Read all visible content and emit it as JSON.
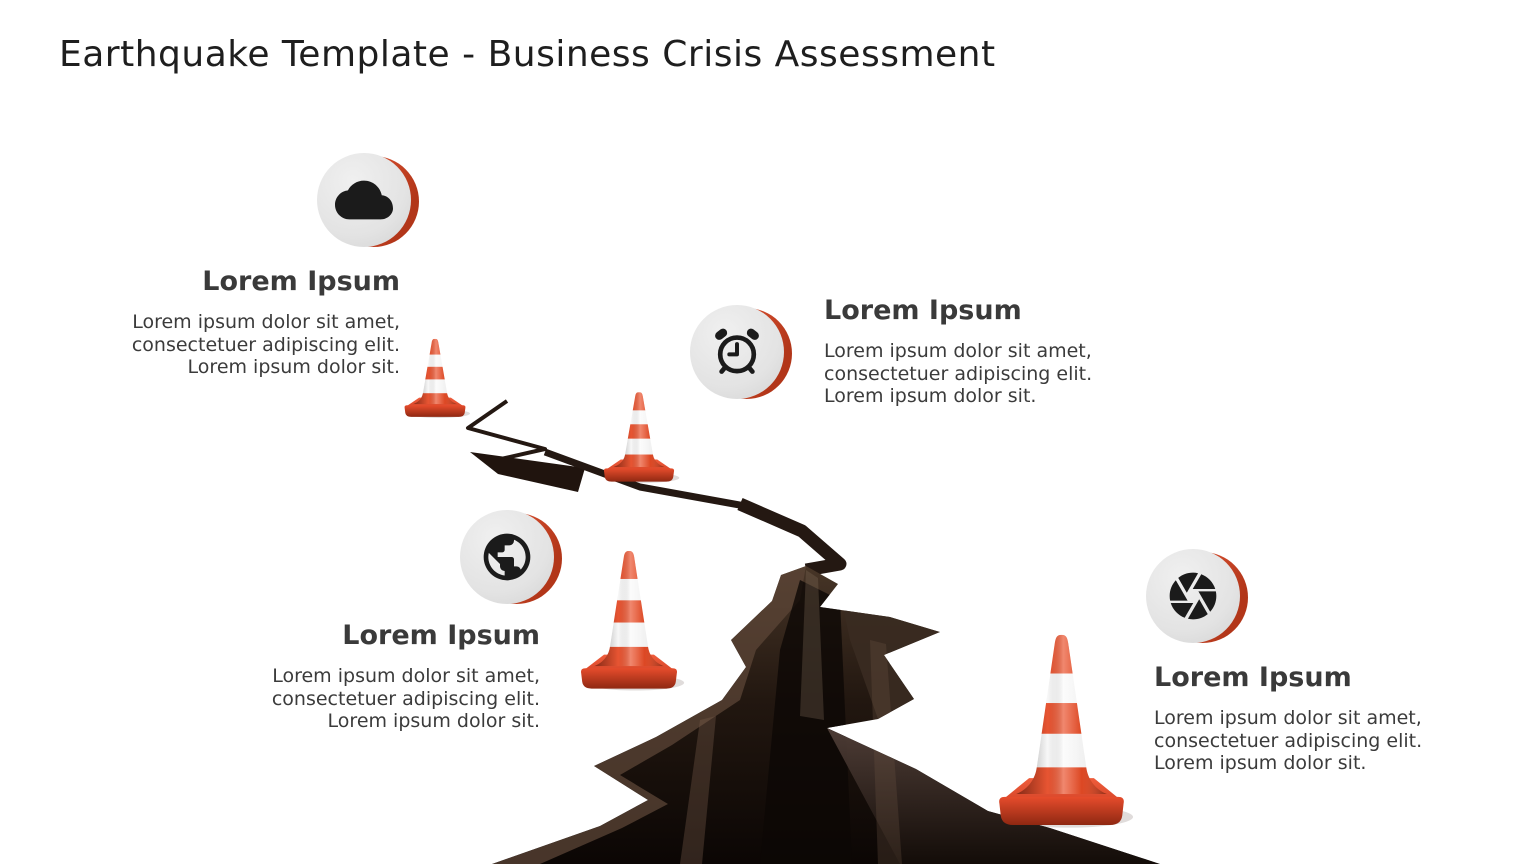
{
  "slide": {
    "title": "Earthquake Template - Business Crisis Assessment"
  },
  "colors": {
    "background": "#ffffff",
    "accent_red": "#cf4226",
    "icon_circle_gray": "#e3e3e3",
    "icon_glyph_black": "#1b1b1b",
    "title_text": "#1e1e1e",
    "section_text": "#3b3b3b",
    "crack_brown_dark": "#150d09",
    "cone_red": "#d94326",
    "cone_white": "#f7f7f7"
  },
  "sections": [
    {
      "icon": "cloud-icon",
      "heading": "Lorem Ipsum",
      "lines": [
        "Lorem ipsum dolor sit amet,",
        "consectetuer adipiscing elit.",
        "Lorem ipsum dolor sit."
      ]
    },
    {
      "icon": "alarm-clock-icon",
      "heading": "Lorem Ipsum",
      "lines": [
        "Lorem ipsum dolor sit amet,",
        "consectetuer adipiscing elit.",
        "Lorem ipsum dolor sit."
      ]
    },
    {
      "icon": "globe-icon",
      "heading": "Lorem Ipsum",
      "lines": [
        "Lorem ipsum dolor sit amet,",
        "consectetuer adipiscing elit.",
        "Lorem ipsum dolor sit."
      ]
    },
    {
      "icon": "camera-aperture-icon",
      "heading": "Lorem Ipsum",
      "lines": [
        "Lorem ipsum dolor sit amet,",
        "consectetuer adipiscing elit.",
        "Lorem ipsum dolor sit."
      ]
    }
  ]
}
